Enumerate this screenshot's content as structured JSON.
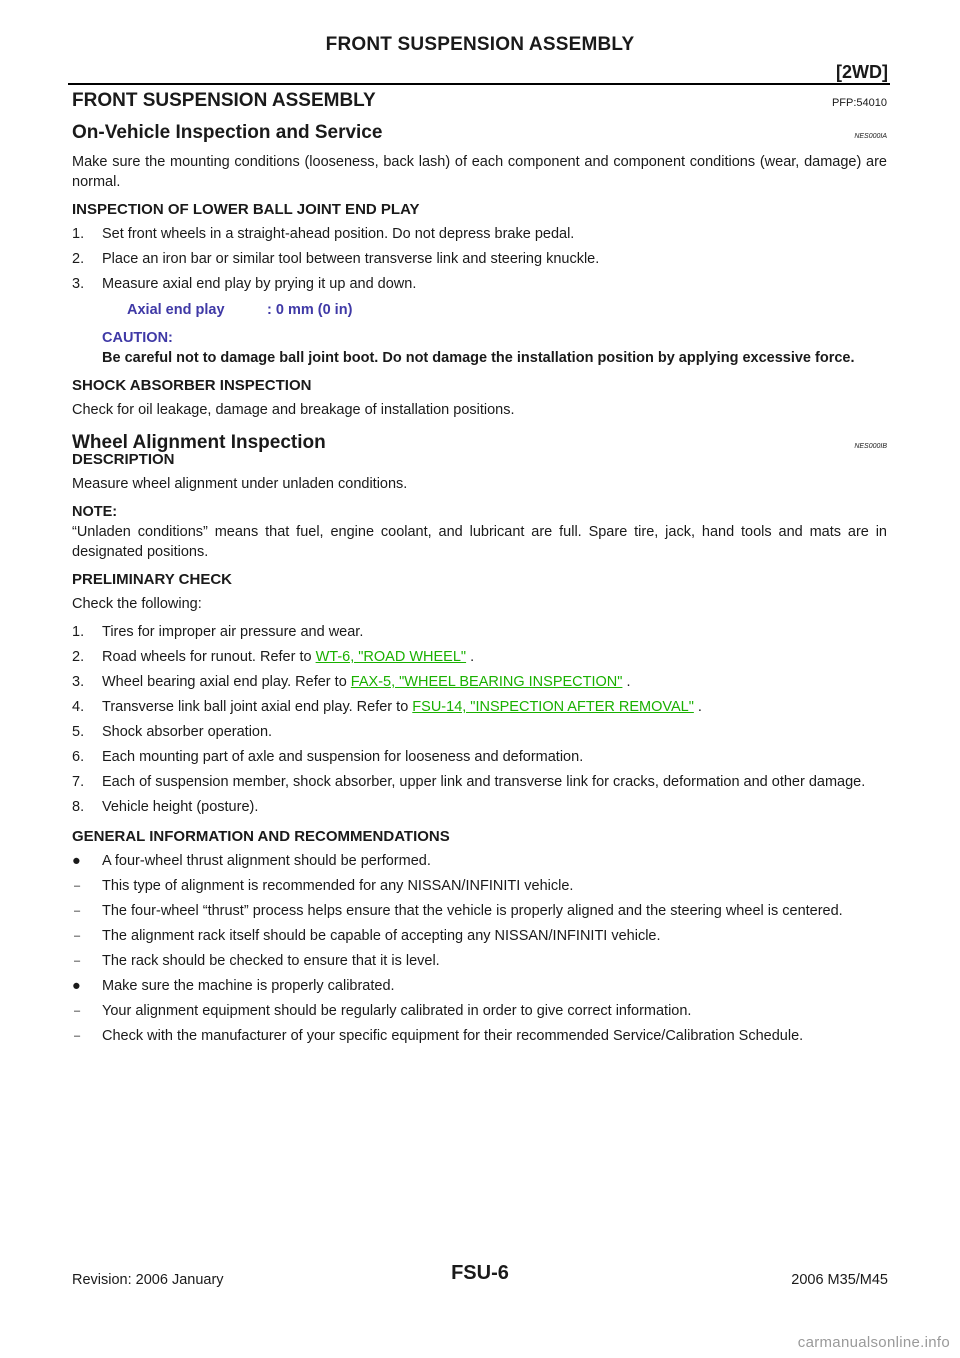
{
  "header": {
    "title": "FRONT SUSPENSION ASSEMBLY",
    "tag": "[2WD]"
  },
  "section1": {
    "title": "FRONT SUSPENSION ASSEMBLY",
    "code": "PFP:54010"
  },
  "section2": {
    "title": "On-Vehicle Inspection and Service",
    "code": "NES000IA",
    "intro": "Make sure the mounting conditions (looseness, back lash) of each component and component conditions (wear, damage) are normal.",
    "sub1_title": "INSPECTION OF LOWER BALL JOINT END PLAY",
    "steps": [
      "Set front wheels in a straight-ahead position. Do not depress brake pedal.",
      "Place an iron bar or similar tool between transverse link and steering knuckle.",
      "Measure axial end play by prying it up and down."
    ],
    "spec_label": "Axial end play",
    "spec_value": ": 0 mm (0 in)",
    "caution_title": "CAUTION:",
    "caution_body": "Be careful not to damage ball joint boot. Do not damage the installation position by applying excessive force.",
    "sub2_title": "SHOCK ABSORBER INSPECTION",
    "sub2_body": "Check for oil leakage, damage and breakage of installation positions."
  },
  "section3": {
    "title": "Wheel Alignment Inspection",
    "code": "NES000IB",
    "desc_title": "DESCRIPTION",
    "desc_body": "Measure wheel alignment under unladen conditions.",
    "note_title": "NOTE:",
    "note_body": "“Unladen conditions” means that fuel, engine coolant, and lubricant are full. Spare tire, jack, hand tools and mats are in designated positions.",
    "pre_title": "PRELIMINARY CHECK",
    "pre_intro": "Check the following:",
    "checks": [
      {
        "num": "1.",
        "text": "Tires for improper air pressure and wear."
      },
      {
        "num": "2.",
        "text": "Road wheels for runout. Refer to ",
        "link": "WT-6, \"ROAD WHEEL\"",
        "after": " ."
      },
      {
        "num": "3.",
        "text": "Wheel bearing axial end play. Refer to ",
        "link": "FAX-5, \"WHEEL BEARING INSPECTION\"",
        "after": " ."
      },
      {
        "num": "4.",
        "text": "Transverse link ball joint axial end play. Refer to ",
        "link": "FSU-14, \"INSPECTION AFTER REMOVAL\"",
        "after": " ."
      },
      {
        "num": "5.",
        "text": "Shock absorber operation."
      },
      {
        "num": "6.",
        "text": "Each mounting part of axle and suspension for looseness and deformation."
      },
      {
        "num": "7.",
        "text": "Each of suspension member, shock absorber, upper link and transverse link for cracks, deformation and other damage."
      },
      {
        "num": "8.",
        "text": "Vehicle height (posture)."
      }
    ],
    "gen_title": "GENERAL INFORMATION AND RECOMMENDATIONS",
    "gen_items": [
      {
        "type": "bullet",
        "text": "A four-wheel thrust alignment should be performed."
      },
      {
        "type": "dash",
        "text": "This type of alignment is recommended for any NISSAN/INFINITI vehicle."
      },
      {
        "type": "dash",
        "text": "The four-wheel “thrust” process helps ensure that the vehicle is properly aligned and the steering wheel is centered."
      },
      {
        "type": "dash",
        "text": "The alignment rack itself should be capable of accepting any NISSAN/INFINITI vehicle."
      },
      {
        "type": "dash",
        "text": "The rack should be checked to ensure that it is level."
      },
      {
        "type": "bullet",
        "text": "Make sure the machine is properly calibrated."
      },
      {
        "type": "dash",
        "text": "Your alignment equipment should be regularly calibrated in order to give correct information."
      },
      {
        "type": "dash",
        "text": "Check with the manufacturer of your specific equipment for their recommended Service/Calibration Schedule."
      }
    ]
  },
  "footer": {
    "left": "Revision: 2006 January",
    "center": "FSU-6",
    "right": "2006 M35/M45"
  },
  "watermark": "carmanualsonline.info"
}
